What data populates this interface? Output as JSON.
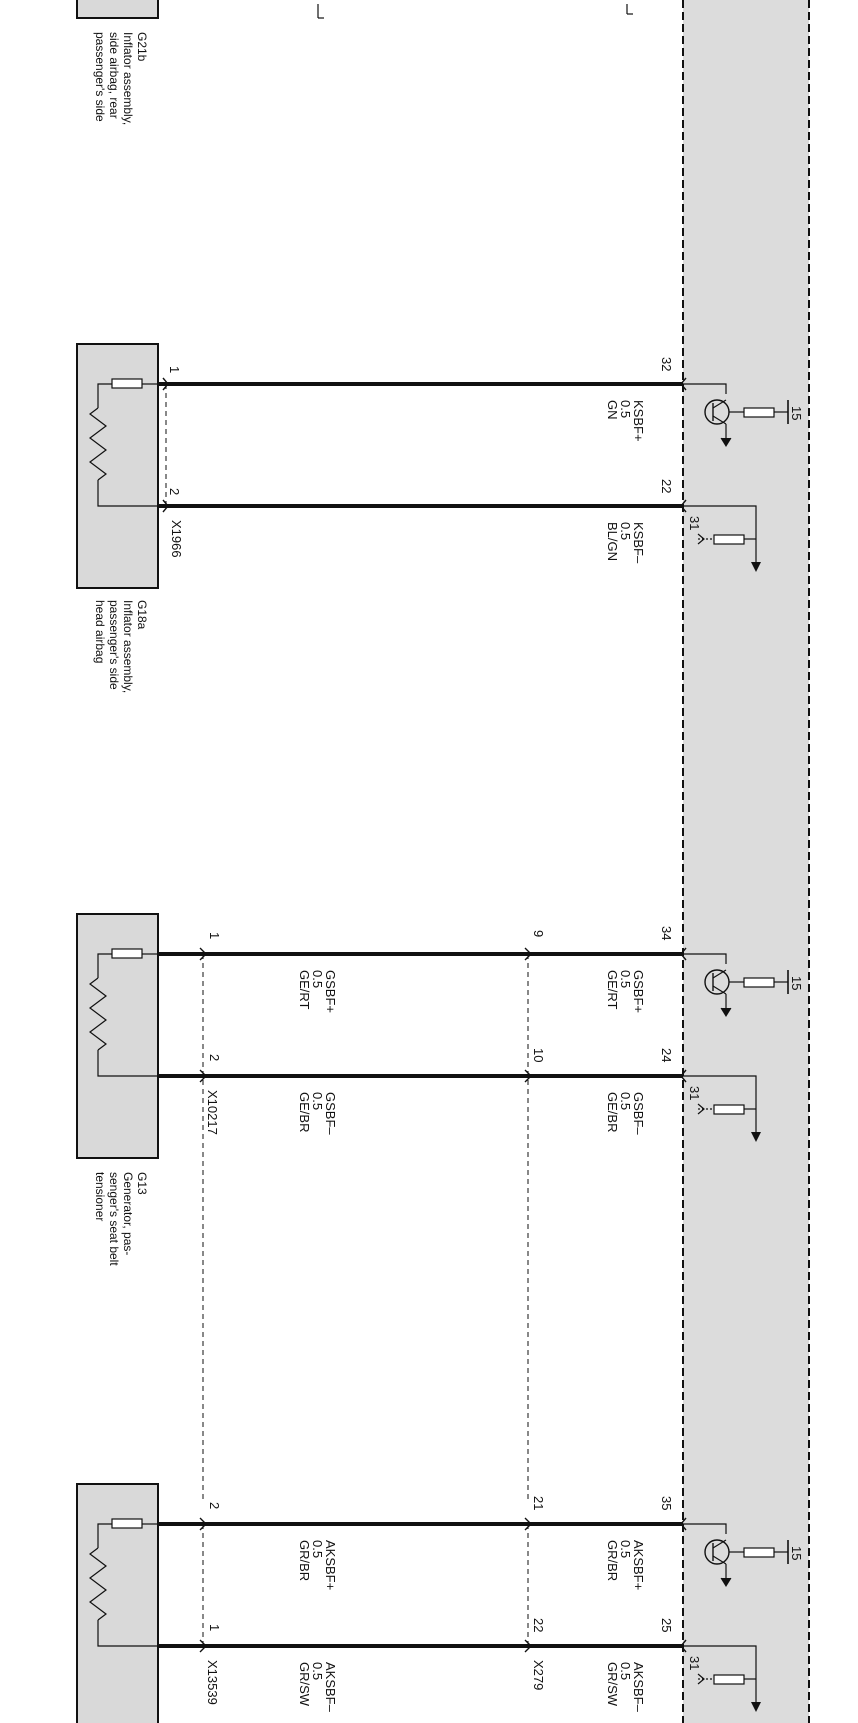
{
  "diagram": {
    "colors": {
      "module_fill": "#dcdcdc",
      "component_fill": "#d9d9d9",
      "wire": "#111111",
      "background": "#ffffff"
    },
    "top_fragment": {
      "label": "G21b",
      "description": [
        "Inflator assembly,",
        "side airbag, rear",
        "passenger's side"
      ]
    },
    "groups": [
      {
        "id": "g18a",
        "connector": "X1966",
        "label": "G18a",
        "description": [
          "Inflator assembly,",
          "passenger's side",
          "head airbag"
        ],
        "wires": [
          {
            "module_pin": "32",
            "component_pin": "1",
            "module_label": [
              "KSBF+",
              "0.5",
              "GN"
            ],
            "driver": "high",
            "supply": "15"
          },
          {
            "module_pin": "22",
            "component_pin": "2",
            "module_label": [
              "KSBF–",
              "0.5",
              "BL/GN"
            ],
            "driver": "low",
            "supply": "31"
          }
        ]
      },
      {
        "id": "g13",
        "connector": "X10217",
        "label": "G13",
        "description": [
          "Generator, pas-",
          "senger's seat belt",
          "tensioner"
        ],
        "wires": [
          {
            "module_pin": "34",
            "inline_pin": "9",
            "component_pin": "1",
            "module_label": [
              "GSBF+",
              "0.5",
              "GE/RT"
            ],
            "harness_label": [
              "GSBF+",
              "0.5",
              "GE/RT"
            ],
            "driver": "high",
            "supply": "15"
          },
          {
            "module_pin": "24",
            "inline_pin": "10",
            "component_pin": "2",
            "module_label": [
              "GSBF–",
              "0.5",
              "GE/BR"
            ],
            "harness_label": [
              "GSBF–",
              "0.5",
              "GE/BR"
            ],
            "driver": "low",
            "supply": "31"
          }
        ]
      },
      {
        "id": "g_bottom",
        "connector": "X13539",
        "inline_connector": "X279",
        "label": "",
        "description": [],
        "wires": [
          {
            "module_pin": "35",
            "inline_pin": "21",
            "component_pin": "2",
            "module_label": [
              "AKSBF+",
              "0.5",
              "GR/BR"
            ],
            "harness_label": [
              "AKSBF+",
              "0.5",
              "GR/BR"
            ],
            "driver": "high",
            "supply": "15"
          },
          {
            "module_pin": "25",
            "inline_pin": "22",
            "component_pin": "1",
            "module_label": [
              "AKSBF–",
              "0.5",
              "GR/SW"
            ],
            "harness_label": [
              "AKSBF–",
              "0.5",
              "GR/SW"
            ],
            "driver": "low",
            "supply": "31"
          }
        ]
      }
    ]
  }
}
